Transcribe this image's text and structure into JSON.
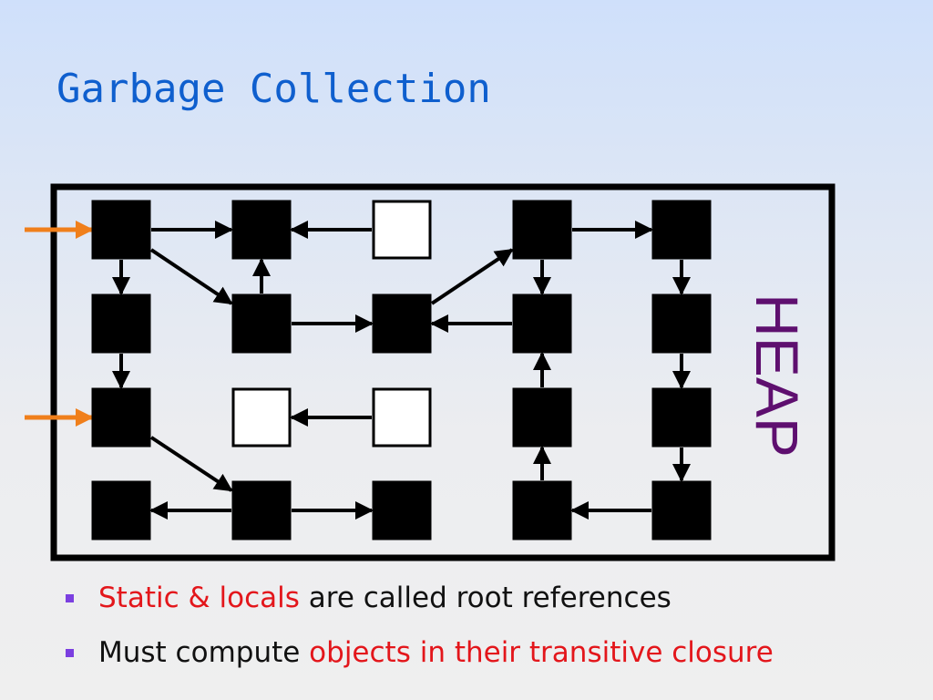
{
  "slide": {
    "title": "Garbage Collection"
  },
  "heap": {
    "label": "HEAP",
    "label_color": "#5e0f6f",
    "root_arrow_color": "#f07f1b",
    "reachable_fill": "#000000",
    "unreachable_fill": "#ffffff",
    "objects": [
      {
        "id": "r0c0",
        "row": 0,
        "col": 0,
        "reachable": true,
        "root": true
      },
      {
        "id": "r0c1",
        "row": 0,
        "col": 1,
        "reachable": true,
        "root": false
      },
      {
        "id": "r0c2",
        "row": 0,
        "col": 2,
        "reachable": false,
        "root": false
      },
      {
        "id": "r0c3",
        "row": 0,
        "col": 3,
        "reachable": true,
        "root": false
      },
      {
        "id": "r0c4",
        "row": 0,
        "col": 4,
        "reachable": true,
        "root": false
      },
      {
        "id": "r1c0",
        "row": 1,
        "col": 0,
        "reachable": true,
        "root": false
      },
      {
        "id": "r1c1",
        "row": 1,
        "col": 1,
        "reachable": true,
        "root": false
      },
      {
        "id": "r1c2",
        "row": 1,
        "col": 2,
        "reachable": true,
        "root": false
      },
      {
        "id": "r1c3",
        "row": 1,
        "col": 3,
        "reachable": true,
        "root": false
      },
      {
        "id": "r1c4",
        "row": 1,
        "col": 4,
        "reachable": true,
        "root": false
      },
      {
        "id": "r2c0",
        "row": 2,
        "col": 0,
        "reachable": true,
        "root": true
      },
      {
        "id": "r2c1",
        "row": 2,
        "col": 1,
        "reachable": false,
        "root": false
      },
      {
        "id": "r2c2",
        "row": 2,
        "col": 2,
        "reachable": false,
        "root": false
      },
      {
        "id": "r2c3",
        "row": 2,
        "col": 3,
        "reachable": true,
        "root": false
      },
      {
        "id": "r2c4",
        "row": 2,
        "col": 4,
        "reachable": true,
        "root": false
      },
      {
        "id": "r3c0",
        "row": 3,
        "col": 0,
        "reachable": true,
        "root": false
      },
      {
        "id": "r3c1",
        "row": 3,
        "col": 1,
        "reachable": true,
        "root": false
      },
      {
        "id": "r3c2",
        "row": 3,
        "col": 2,
        "reachable": true,
        "root": false
      },
      {
        "id": "r3c3",
        "row": 3,
        "col": 3,
        "reachable": true,
        "root": false
      },
      {
        "id": "r3c4",
        "row": 3,
        "col": 4,
        "reachable": true,
        "root": false
      }
    ],
    "references": [
      {
        "from": "r0c0",
        "to": "r0c1"
      },
      {
        "from": "r0c0",
        "to": "r1c0"
      },
      {
        "from": "r0c0",
        "to": "r1c1"
      },
      {
        "from": "r0c2",
        "to": "r0c1"
      },
      {
        "from": "r1c1",
        "to": "r0c1"
      },
      {
        "from": "r1c1",
        "to": "r1c2"
      },
      {
        "from": "r1c2",
        "to": "r0c3"
      },
      {
        "from": "r0c3",
        "to": "r0c4"
      },
      {
        "from": "r0c3",
        "to": "r1c3"
      },
      {
        "from": "r0c4",
        "to": "r1c4"
      },
      {
        "from": "r1c3",
        "to": "r1c2"
      },
      {
        "from": "r1c0",
        "to": "r2c0"
      },
      {
        "from": "r2c0",
        "to": "r3c1"
      },
      {
        "from": "r2c2",
        "to": "r2c1"
      },
      {
        "from": "r2c3",
        "to": "r1c3"
      },
      {
        "from": "r1c4",
        "to": "r2c4"
      },
      {
        "from": "r2c4",
        "to": "r3c4"
      },
      {
        "from": "r3c1",
        "to": "r3c0"
      },
      {
        "from": "r3c1",
        "to": "r3c2"
      },
      {
        "from": "r3c3",
        "to": "r2c3"
      },
      {
        "from": "r3c4",
        "to": "r3c3"
      }
    ]
  },
  "bullets": [
    {
      "highlight": "Static & locals",
      "rest": " are called root references"
    },
    {
      "lead": "Must compute ",
      "highlight": "objects in their transitive closure"
    }
  ]
}
